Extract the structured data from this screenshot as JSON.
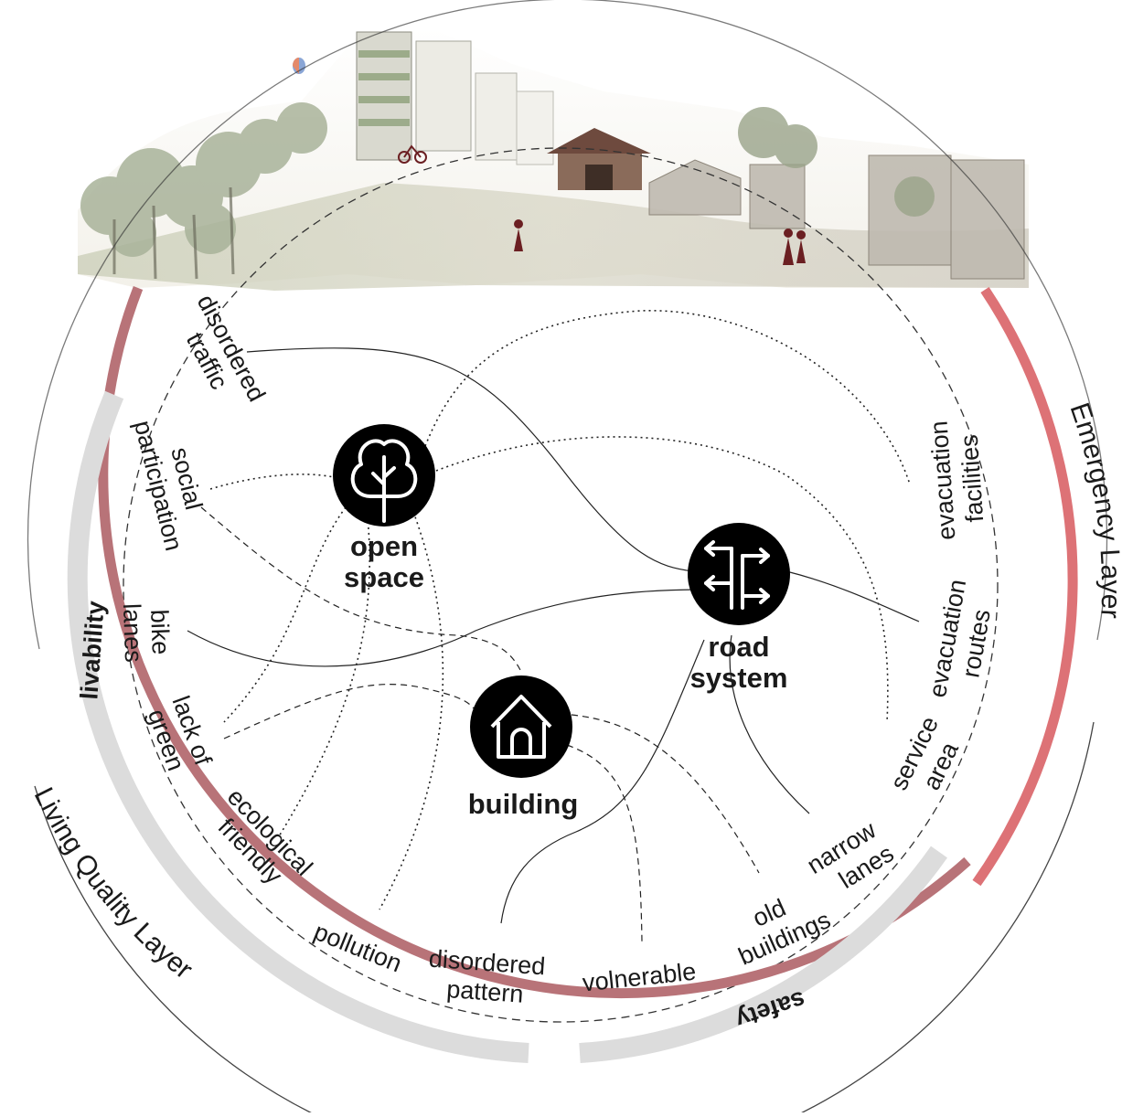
{
  "nodes": {
    "open_space": {
      "line1": "open",
      "line2": "space"
    },
    "road_system": {
      "line1": "road",
      "line2": "system"
    },
    "building": {
      "label": "building"
    }
  },
  "layers": {
    "living_quality": "Living Quality Layer",
    "emergency": "Emergency Layer"
  },
  "bands": {
    "livability": "livability",
    "safety": "safety"
  },
  "issues": {
    "disordered_traffic": {
      "line1": "disordered",
      "line2": "traffic"
    },
    "social_participation": {
      "line1": "social",
      "line2": "participation"
    },
    "bike_lanes": {
      "line1": "bike",
      "line2": "lanes"
    },
    "lack_of_green": {
      "line1": "lack of",
      "line2": "green"
    },
    "ecological_friendly": {
      "line1": "ecological",
      "line2": "friendly"
    },
    "pollution": "pollution",
    "disordered_pattern": {
      "line1": "disordered",
      "line2": "pattern"
    },
    "volnerable": "volnerable",
    "old_buildings": {
      "line1": "old",
      "line2": "buildings"
    },
    "narrow_lanes": {
      "line1": "narrow",
      "line2": "lanes"
    },
    "service_area": {
      "line1": "service",
      "line2": "area"
    },
    "evacuation_routes": {
      "line1": "evacuation",
      "line2": "routes"
    },
    "evacuation_facilities": {
      "line1": "evacuation",
      "line2": "facilities"
    }
  },
  "colors": {
    "living_quality_arc": "#b87378",
    "emergency_arc": "#dd7276",
    "band_gray": "#dcdcdc",
    "node_fill": "#000000"
  },
  "icons": [
    "tree-icon",
    "road-sign-icon",
    "house-icon"
  ]
}
